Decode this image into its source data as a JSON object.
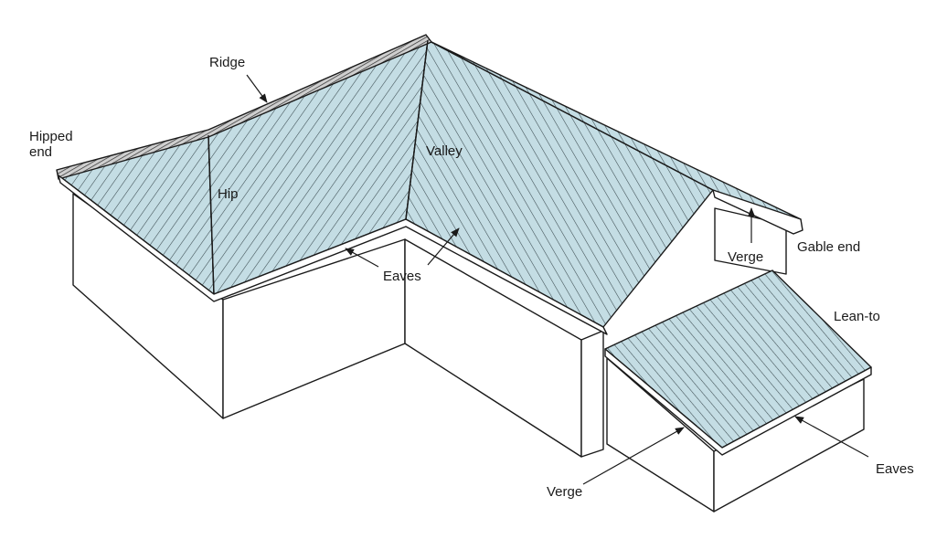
{
  "labels": {
    "ridge": "Ridge",
    "hipped_end_1": "Hipped",
    "hipped_end_2": "end",
    "valley": "Valley",
    "hip": "Hip",
    "eaves_main": "Eaves",
    "verge_upper": "Verge",
    "gable_end": "Gable end",
    "lean_to": "Lean-to",
    "verge_lower": "Verge",
    "eaves_lean_to": "Eaves"
  },
  "colors": {
    "roof_fill": "#c4dde4",
    "roof_stripe": "#3a4a4f",
    "ridge_stripe": "#2b2b2b",
    "wall": "#ffffff",
    "outline": "#1a1a1a"
  }
}
